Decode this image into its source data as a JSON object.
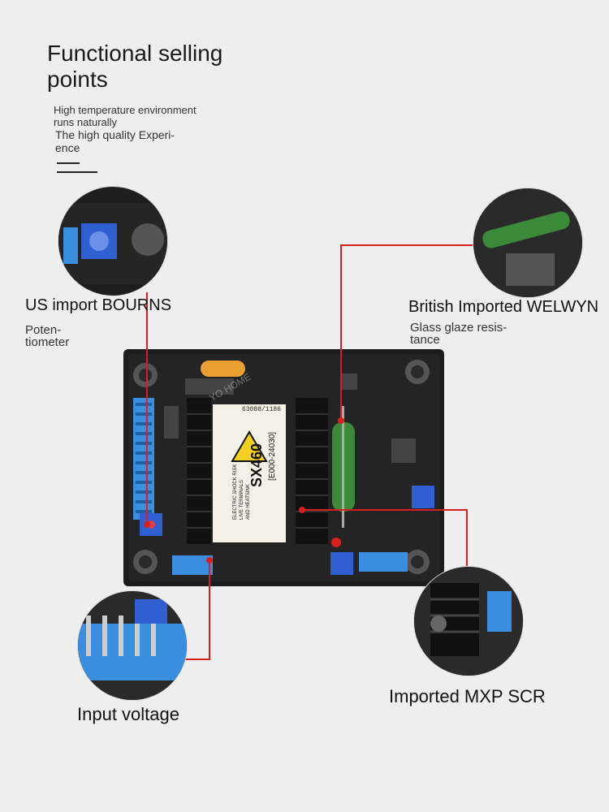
{
  "header": {
    "title_line1": "Functional selling",
    "title_line2": "points",
    "subtitle_a_line1": "High temperature environment",
    "subtitle_a_line2": "runs naturally",
    "subtitle_b_line1": "The high quality Experi-",
    "subtitle_b_line2": "ence"
  },
  "callouts": {
    "bourns": {
      "label": "US import BOURNS",
      "desc_line1": "Poten-",
      "desc_line2": "tiometer"
    },
    "welwyn": {
      "label": "British Imported WELWYN",
      "desc_line1": "Glass glaze resis-",
      "desc_line2": "tance"
    },
    "input": {
      "label": "Input voltage"
    },
    "scr": {
      "label": "Imported MXP SCR"
    }
  },
  "board": {
    "model": "SX460",
    "serial": "63088/1186",
    "range": "[E000-24030]",
    "warning_line1": "ELECTRIC SHOCK RISK",
    "warning_line2": "LIVE TERMINALS",
    "warning_line3": "AND HEATSINK",
    "watermark": "YO HOME"
  },
  "colors": {
    "leader_line": "#d62020",
    "board": "#1c1c1c",
    "terminal_blue": "#3a8ee0",
    "pot_blue": "#2f5fd1",
    "resistor_green": "#3a8a3a"
  }
}
